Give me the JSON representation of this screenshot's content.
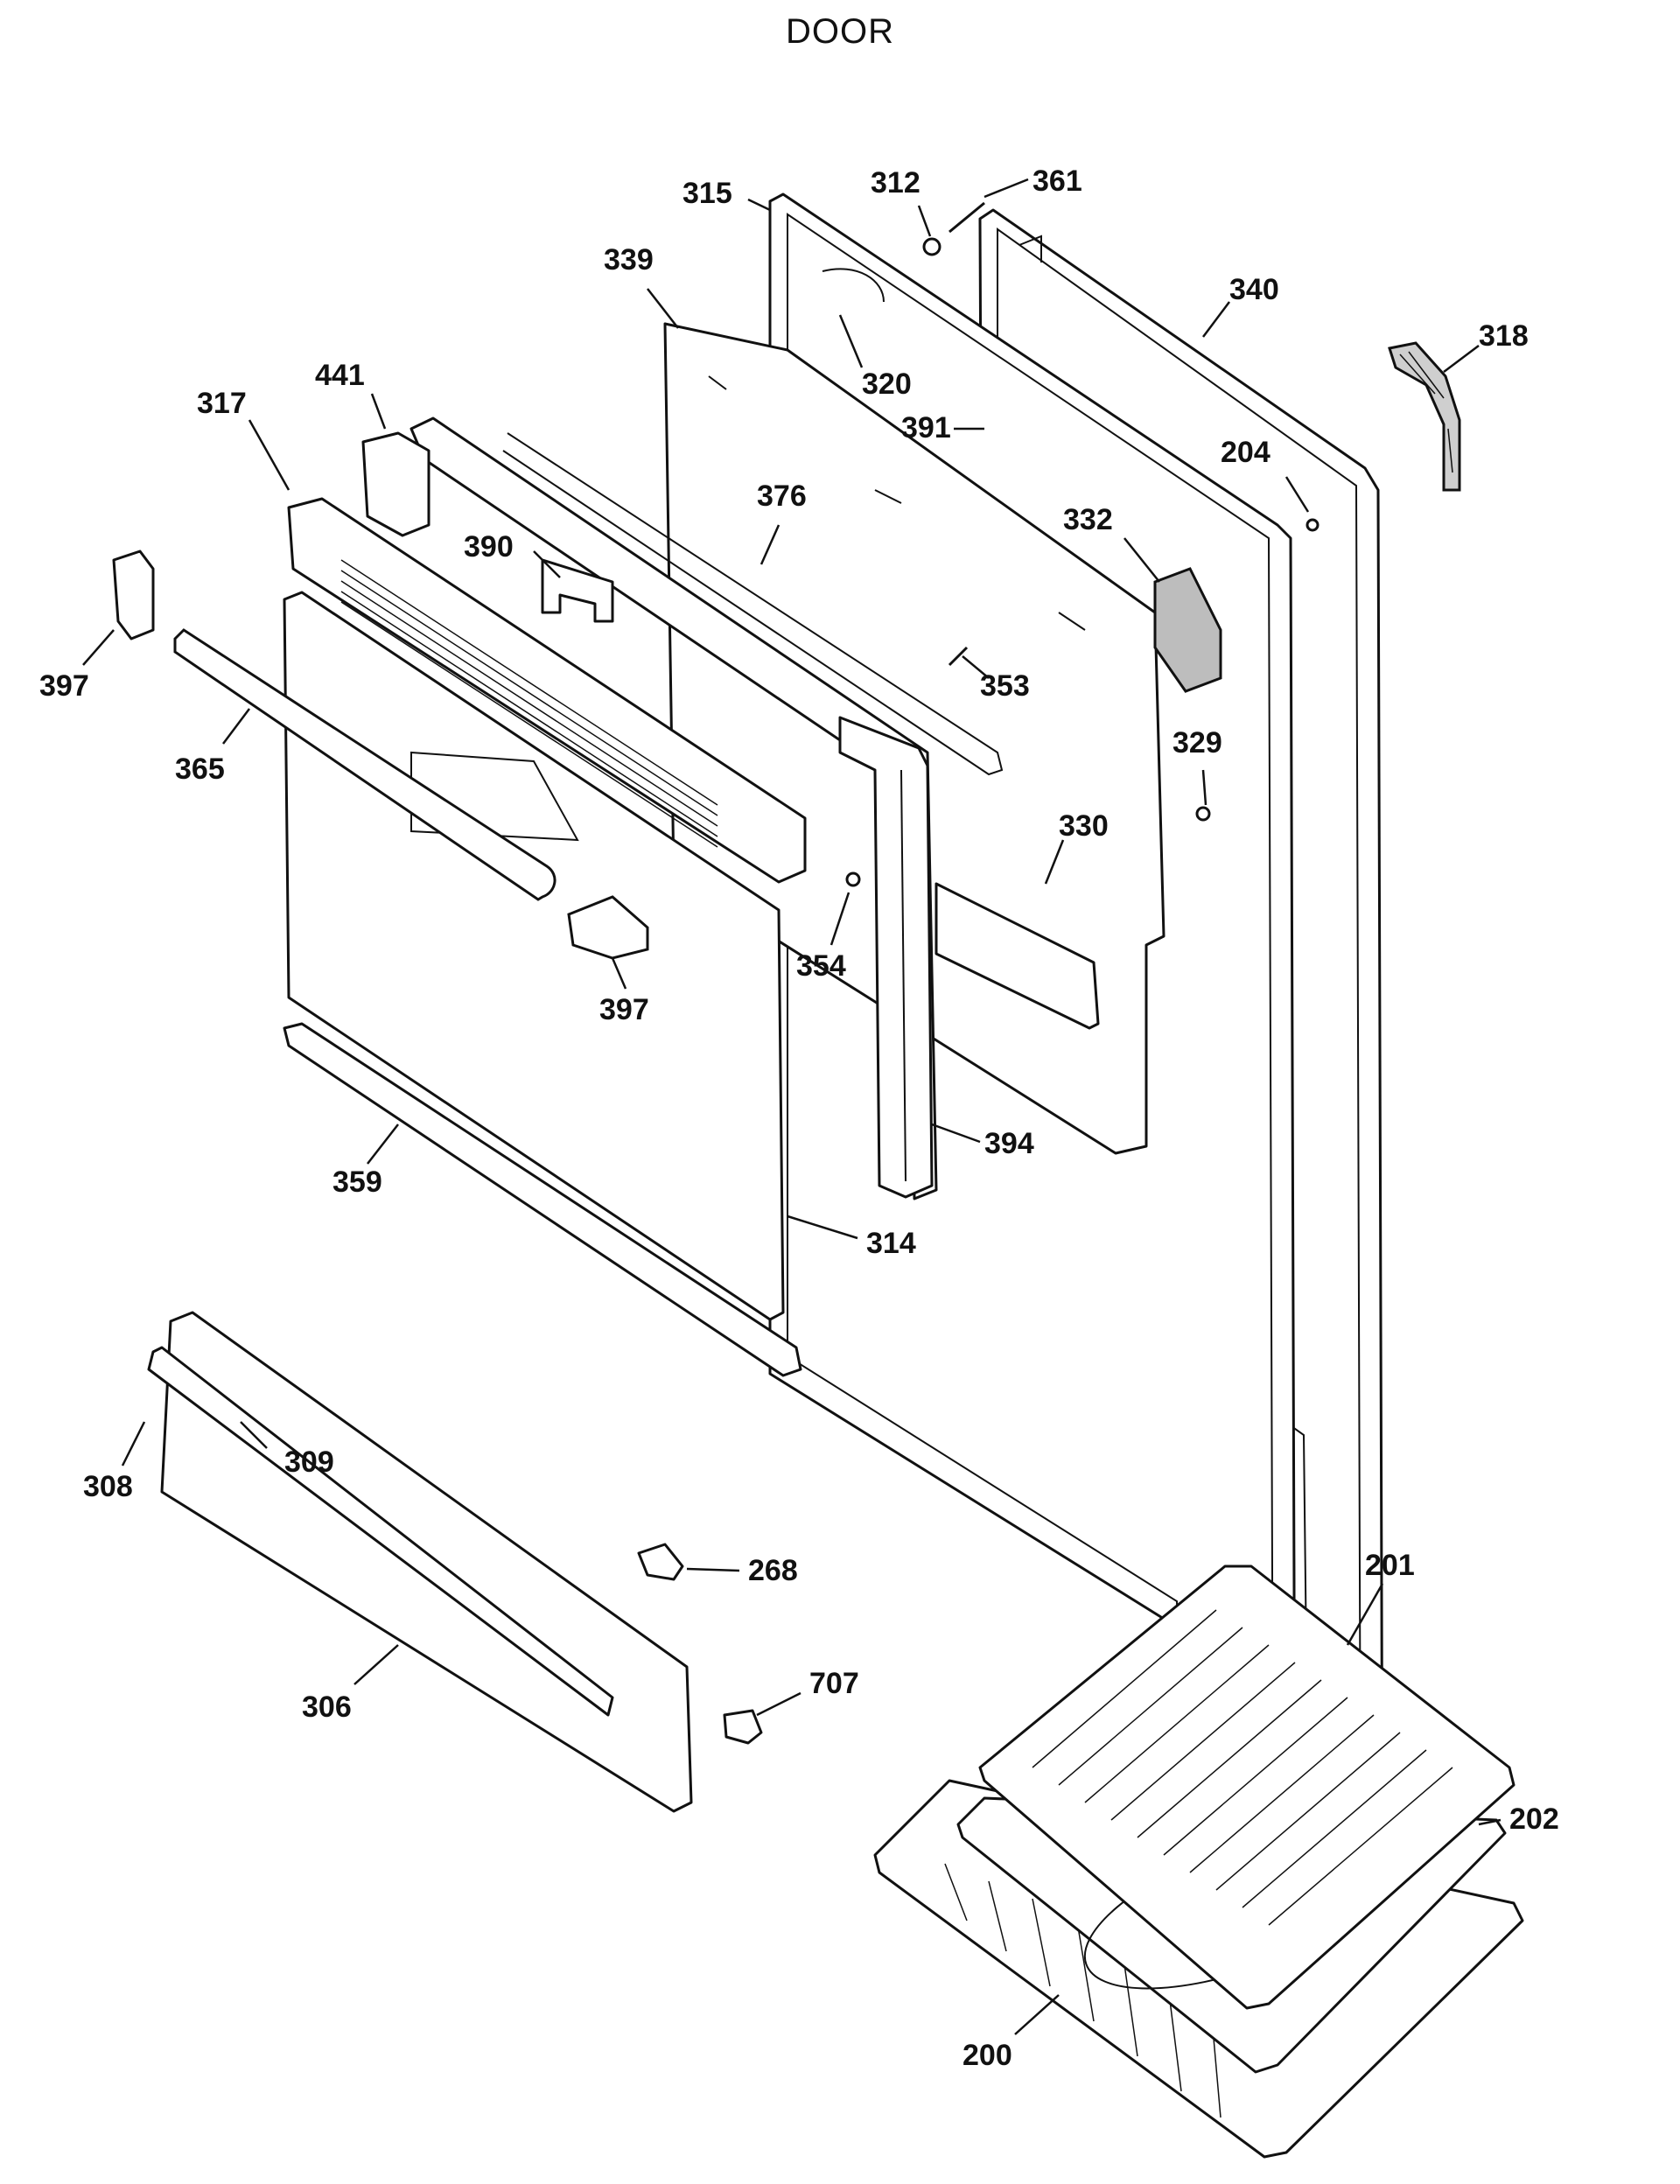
{
  "title": "DOOR",
  "callouts": {
    "c315": "315",
    "c312": "312",
    "c361": "361",
    "c339": "339",
    "c340": "340",
    "c318": "318",
    "c441": "441",
    "c317": "317",
    "c320": "320",
    "c391": "391",
    "c204": "204",
    "c390": "390",
    "c376": "376",
    "c332": "332",
    "c397a": "397",
    "c353": "353",
    "c365": "365",
    "c329": "329",
    "c330": "330",
    "c354": "354",
    "c397b": "397",
    "c394": "394",
    "c359": "359",
    "c314": "314",
    "c308": "308",
    "c309": "309",
    "c268": "268",
    "c707": "707",
    "c306": "306",
    "c201": "201",
    "c202": "202",
    "c200": "200"
  }
}
